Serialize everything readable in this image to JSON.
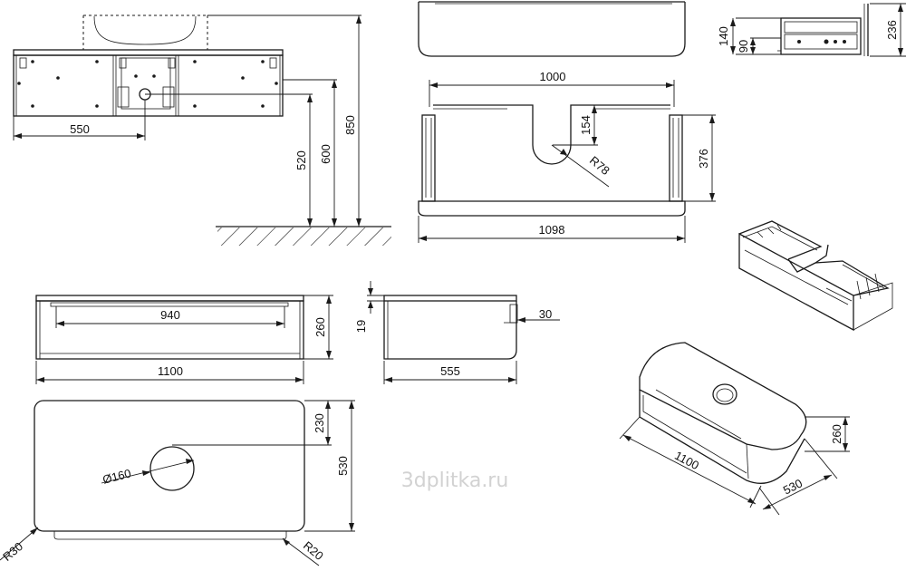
{
  "watermark": "3dplitka.ru",
  "dimensions": {
    "d550": "550",
    "d520": "520",
    "d600": "600",
    "d850": "850",
    "d1000": "1000",
    "d154": "154",
    "r78": "R78",
    "d376": "376",
    "d1098": "1098",
    "d140": "140",
    "d90": "90",
    "d236": "236",
    "d940": "940",
    "d260": "260",
    "d1100": "1100",
    "d19": "19",
    "d30": "30",
    "d555": "555",
    "d230": "230",
    "d530": "530",
    "phi160": "Ø160",
    "r30": "R30",
    "r20": "R20",
    "iso1100": "1100",
    "iso530": "530",
    "iso260": "260"
  }
}
